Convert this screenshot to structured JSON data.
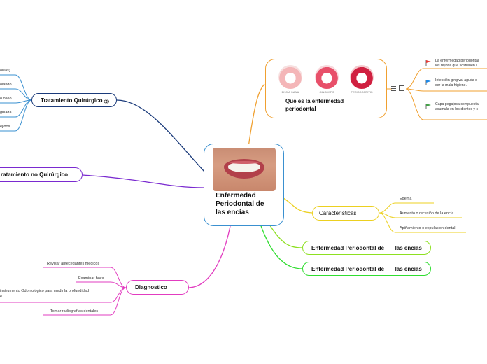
{
  "central": {
    "title_lines": [
      "Enfermedad",
      "Periodontal de",
      "las encías"
    ]
  },
  "top_right": {
    "title_lines": [
      "Que es la enfermedad",
      "periodontal"
    ],
    "image_labels": [
      "ENCÍA SANA",
      "GINGIVITIS",
      "PERIODONTITIS"
    ],
    "notes": [
      {
        "text_lines": [
          "La enfermedad periodontal",
          "los tejidos que sostienen l"
        ],
        "flag_color": "#e53935"
      },
      {
        "text_lines": [
          "Infección gingival aguda q",
          "ser la mala higiene."
        ],
        "flag_color": "#1e88e5"
      },
      {
        "text_lines": [
          "Capa pegajosa compuesta",
          "acumula en los dientes y s"
        ],
        "flag_color": "#43a047"
      }
    ]
  },
  "caracteristicas": {
    "label": "Características",
    "items": [
      "Edema",
      "Aumento o recesión de la encía",
      "Apiñamiento o expulacion  dental"
    ]
  },
  "branch_green1": {
    "label": "Enfermedad Periodontal de       las encías"
  },
  "branch_green2": {
    "label": "Enfermedad Periodontal de       las encías"
  },
  "diagnostico": {
    "label": "Diagnostico",
    "items": [
      "Revisar antecedantes médicos",
      "Examinar boca",
      "instrumento Odontológico para medir la profundidad",
      "e",
      "Tomar radiografías  dentales"
    ]
  },
  "quirurgico": {
    "label": "Tratamiento Quirúrgico",
    "items": [
      "olsas)",
      "olando",
      "o oseo",
      "guiada",
      "ejidos"
    ]
  },
  "no_quirurgico": {
    "label": "ratamiento no Quirúrgico"
  },
  "colors": {
    "orange": "#f0a030",
    "yellow": "#ecd020",
    "lime": "#8de020",
    "green": "#30dd30",
    "magenta": "#e23cc0",
    "purple": "#7a2ad0",
    "navy": "#1a3a7a",
    "blue": "#3a90d0"
  }
}
